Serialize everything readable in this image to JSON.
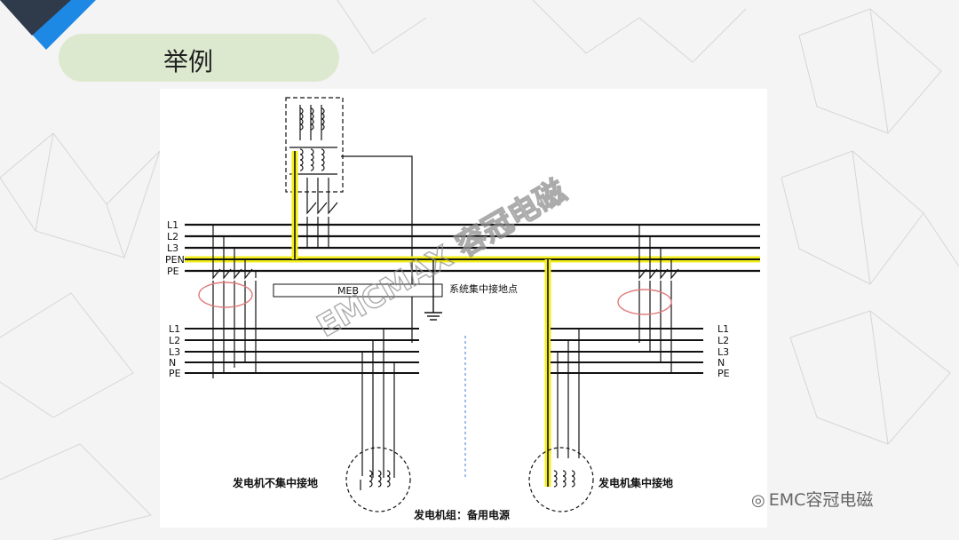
{
  "slide": {
    "title": "举例",
    "footer_watermark": "EMC容冠电磁"
  },
  "diagram": {
    "main_bus_labels": [
      "L1",
      "L2",
      "L3",
      "PEN",
      "PE"
    ],
    "left_bus_labels": [
      "L1",
      "L2",
      "L3",
      "N",
      "PE"
    ],
    "right_bus_labels": [
      "L1",
      "L2",
      "L3",
      "N",
      "PE"
    ],
    "meb_label": "MEB",
    "earth_point_label": "系统集中接地点",
    "gen_left_label": "发电机不集中接地",
    "gen_right_label": "发电机集中接地",
    "bottom_caption": "发电机组：备用电源",
    "watermark": "EMCMAX 容冠电磁"
  },
  "colors": {
    "highlight": "#f2ee1a",
    "ellipse": "#e07a7a",
    "pill": "#dde9cf",
    "corner_blue": "#1e88e5",
    "corner_dark": "#2f3a4a"
  }
}
